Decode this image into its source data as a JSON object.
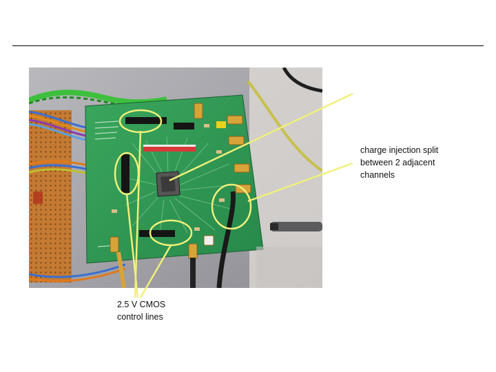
{
  "annotations": {
    "charge_injection": "charge injection split\nbetween 2 adjacent\nchannels",
    "cmos_lines": "2.5 V CMOS\ncontrol lines"
  },
  "colors": {
    "highlight": "#f0f07a",
    "pcb": "#2f9a52",
    "table": "#a9a9ad"
  },
  "icons": {
    "photo": "test-board-photo"
  }
}
